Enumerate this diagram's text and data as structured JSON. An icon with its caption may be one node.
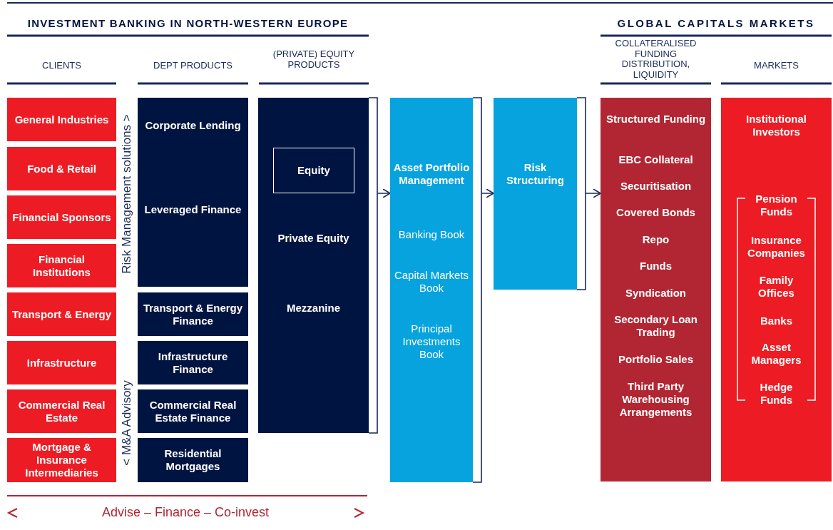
{
  "diagram": {
    "nodes": [
      {
        "text": [
          "General Industries"
        ]
      },
      {
        "text": [
          "Food & Retail"
        ]
      },
      {
        "text": [
          "Financial Sponsors"
        ]
      },
      {
        "text": [
          "Financial Institutions"
        ]
      },
      {
        "text": [
          "Transport & Energy"
        ]
      },
      {
        "text": [
          "Infrastructure"
        ]
      },
      {
        "text": [
          "Commercial Real Estate"
        ]
      },
      {
        "text": [
          "Mortgage & Insurance Intermediaries"
        ]
      },
      {
        "text": [
          "Corporate Lending",
          "Leveraged Finance"
        ]
      },
      {
        "text": [
          "Transport & Energy Finance"
        ]
      },
      {
        "text": [
          "Infrastructure Finance"
        ]
      },
      {
        "text": [
          "Commercial Real Estate Finance"
        ]
      },
      {
        "text": [
          "Residential Mortgages"
        ]
      },
      {
        "text": [
          "Private Equity",
          "Mezzanine"
        ]
      },
      {
        "text": [
          "Equity"
        ],
        "in": 13
      },
      {
        "text": [
          "Asset Portfolio Management",
          "Banking Book",
          "Capital Markets Book",
          "Principal Investments Book"
        ]
      },
      {
        "text": [
          "Risk Structuring"
        ]
      },
      {
        "text": [
          "Structured Funding",
          "EBC Collateral",
          "Securitisation",
          "Covered Bonds",
          "Repo",
          "Funds",
          "Syndication",
          "Secondary Loan Trading",
          "Portfolio Sales",
          "Third Party Warehousing Arrangements"
        ]
      },
      {
        "text": [
          "Institutional Investors"
        ]
      },
      {
        "text": [
          "Pension Funds",
          "Insurance Companies",
          "Family Offices",
          "Banks",
          "Asset Managers",
          "Hedge Funds"
        ],
        "in": 18
      }
    ],
    "edges": [
      {
        "from": 13,
        "to": 15,
        "arrow": "to"
      },
      {
        "from": 15,
        "to": 16,
        "arrow": "to"
      },
      {
        "from": 16,
        "to": 17,
        "arrow": "to"
      }
    ],
    "labels": [
      "INVESTMENT BANKING IN NORTH-WESTERN EUROPE",
      "GLOBAL CAPITALS MARKETS",
      "CLIENTS",
      "DEPT PRODUCTS",
      "(PRIVATE) EQUITY PRODUCTS",
      "COLLATERALISED FUNDING DISTRIBUTION, LIQUIDITY",
      "MARKETS",
      "Risk Management solutions >",
      "< M&A Advisory",
      "Advise – Finance – Co-invest"
    ]
  }
}
